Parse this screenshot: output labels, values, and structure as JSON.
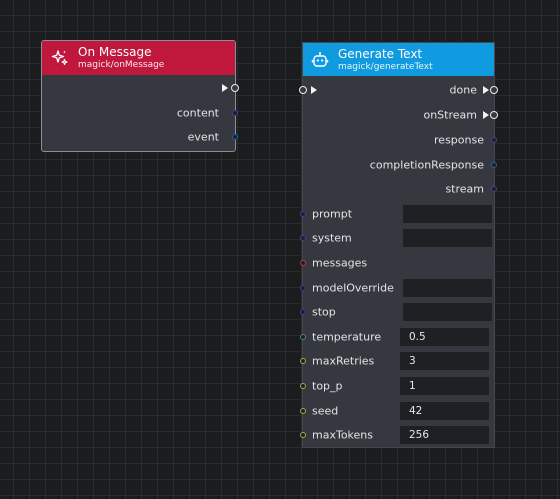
{
  "nodes": {
    "on_message": {
      "title": "On Message",
      "subtitle": "magick/onMessage",
      "header_color": "#c0183d",
      "icon": "sparkles-icon",
      "outputs": [
        "content",
        "event"
      ]
    },
    "generate_text": {
      "title": "Generate Text",
      "subtitle": "magick/generateText",
      "header_color": "#109ae0",
      "icon": "robot-icon",
      "outputs": [
        "done",
        "onStream",
        "response",
        "completionResponse",
        "stream"
      ],
      "inputs": [
        "prompt",
        "system",
        "messages",
        "modelOverride",
        "stop",
        "temperature",
        "maxRetries",
        "top_p",
        "seed",
        "maxTokens"
      ],
      "values": {
        "temperature": "0.5",
        "maxRetries": "3",
        "top_p": "1",
        "seed": "42",
        "maxTokens": "256"
      }
    }
  },
  "socket_colors": {
    "string": "#4b3aa0",
    "object": "#1f5fb0",
    "array": "#b23a3a",
    "number": "#5ea05e",
    "integer": "#a8a84a"
  }
}
